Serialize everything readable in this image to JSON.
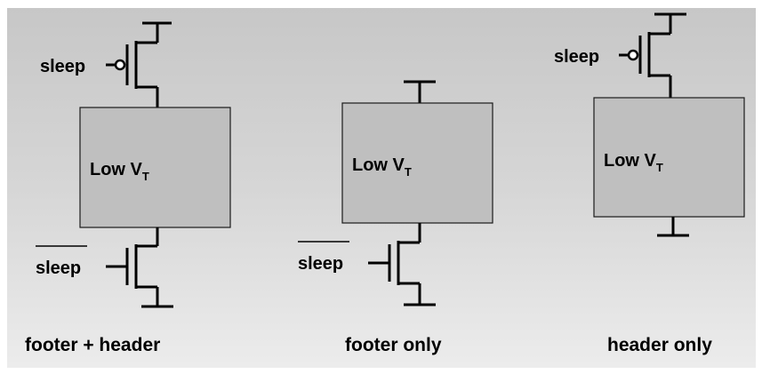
{
  "diagram": {
    "colors": {
      "block": "#bfbfbf",
      "wire": "#000000",
      "background": "#d6d6d6"
    },
    "block_label": "Low V",
    "block_label_sub": "T",
    "sleep_label": "sleep",
    "sleep_bar_label": "sleep",
    "captions": {
      "left": "footer + header",
      "middle": "footer only",
      "right": "header only"
    }
  }
}
